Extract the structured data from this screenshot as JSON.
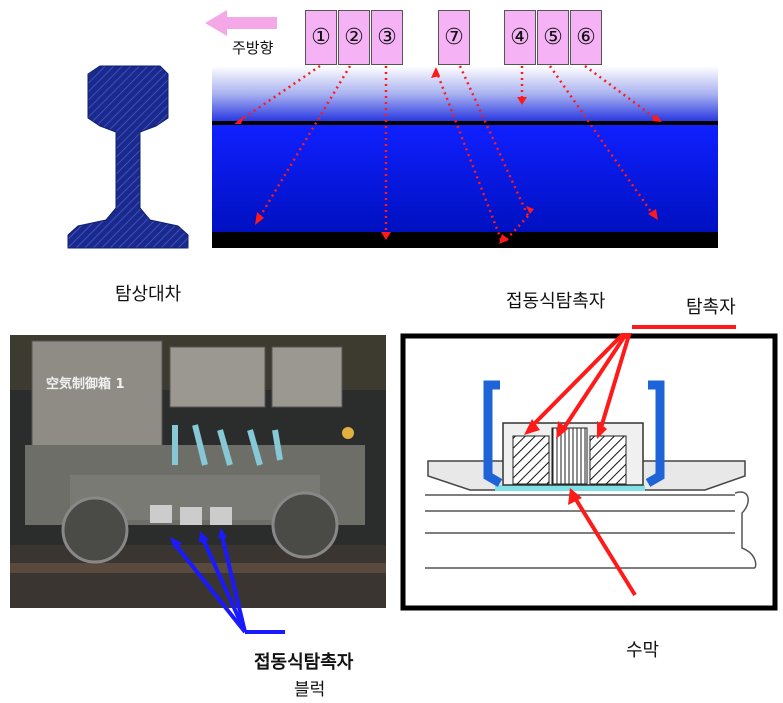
{
  "direction_label": "주방향",
  "probe_numbers": [
    "①",
    "②",
    "③",
    "⑦",
    "④",
    "⑤",
    "⑥"
  ],
  "labels": {
    "inspection_car": "탐상대차",
    "contact_probe_title": "접동식탐촉자",
    "probe": "탐촉자",
    "water_film": "수막",
    "probe_block_line1": "접동식탐촉자",
    "probe_block_line2": "블럭"
  },
  "photo_panel_text": "空気制御箱 1",
  "colors": {
    "arrow_red": "#ff1a1a",
    "rail_blue": "#1a2a8c",
    "probe_pink": "#f5b3f5",
    "pointer_blue": "#1a1aff",
    "water_cyan": "#7fe0e6"
  }
}
